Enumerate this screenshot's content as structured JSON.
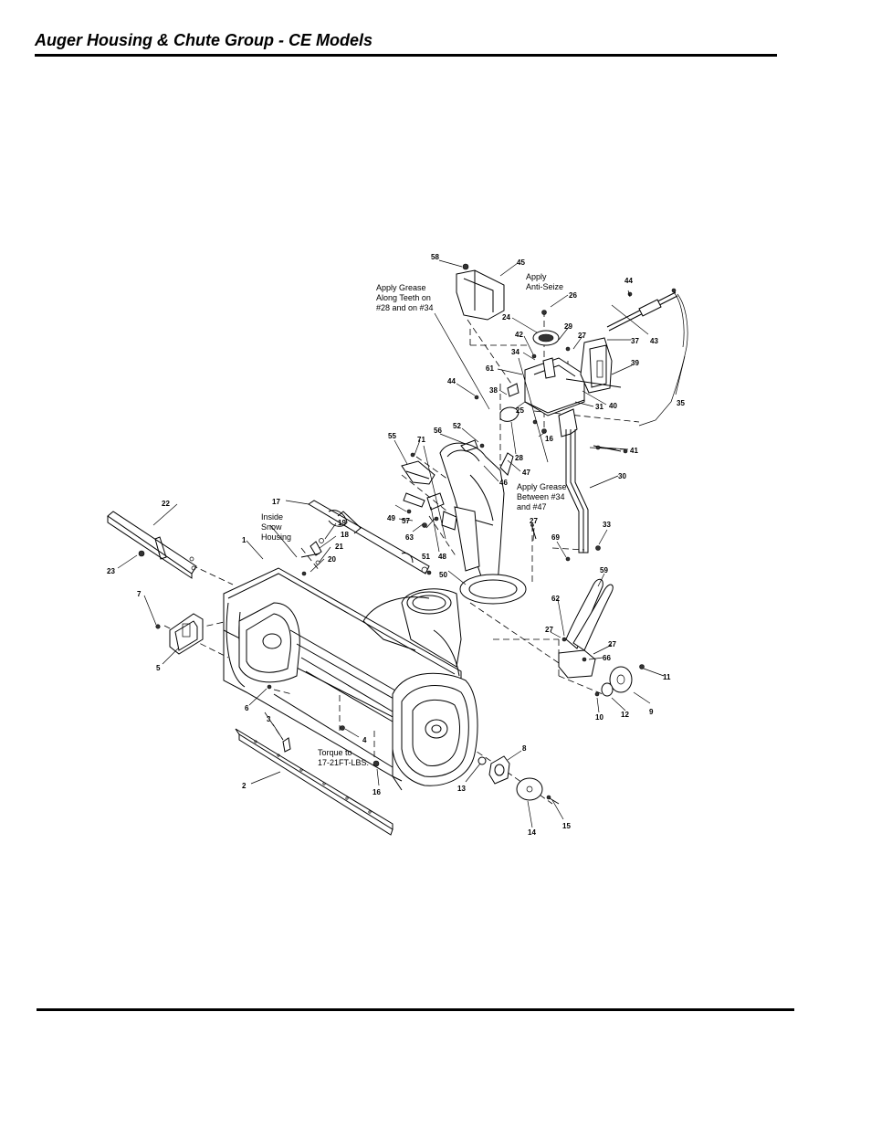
{
  "header": {
    "title": "Auger Housing & Chute Group - CE Models"
  },
  "callouts": {
    "c1": "1",
    "c2": "2",
    "c3": "3",
    "c4": "4",
    "c5": "5",
    "c6": "6",
    "c7": "7",
    "c8": "8",
    "c9": "9",
    "c10": "10",
    "c11": "11",
    "c12": "12",
    "c13": "13",
    "c14": "14",
    "c15": "15",
    "c16a": "16",
    "c16b": "16",
    "c17": "17",
    "c18": "18",
    "c19": "19",
    "c20": "20",
    "c21": "21",
    "c22": "22",
    "c23": "23",
    "c24": "24",
    "c25": "25",
    "c26": "26",
    "c27a": "27",
    "c27b": "27",
    "c27c": "27",
    "c27d": "27",
    "c28": "28",
    "c29": "29",
    "c30": "30",
    "c31": "31",
    "c33": "33",
    "c34": "34",
    "c35": "35",
    "c37": "37",
    "c38": "38",
    "c39": "39",
    "c40": "40",
    "c41": "41",
    "c42": "42",
    "c43": "43",
    "c44a": "44",
    "c44b": "44",
    "c45": "45",
    "c46": "46",
    "c47": "47",
    "c48": "48",
    "c49": "49",
    "c50": "50",
    "c51": "51",
    "c52": "52",
    "c55": "55",
    "c56": "56",
    "c57": "57",
    "c58": "58",
    "c59": "59",
    "c61": "61",
    "c62": "62",
    "c63": "63",
    "c66": "66",
    "c69": "69",
    "c71": "71"
  },
  "notes": {
    "grease_teeth": [
      "Apply Grease",
      "Along Teeth on",
      "#28 and on #34"
    ],
    "anti_seize": [
      "Apply",
      "Anti-Seize"
    ],
    "grease_between": [
      "Apply Grease",
      "Between #34",
      "and #47"
    ],
    "inside_housing": [
      "Inside",
      "Snow",
      "Housing"
    ],
    "torque": [
      "Torque to",
      "17-21FT-LBS."
    ]
  }
}
